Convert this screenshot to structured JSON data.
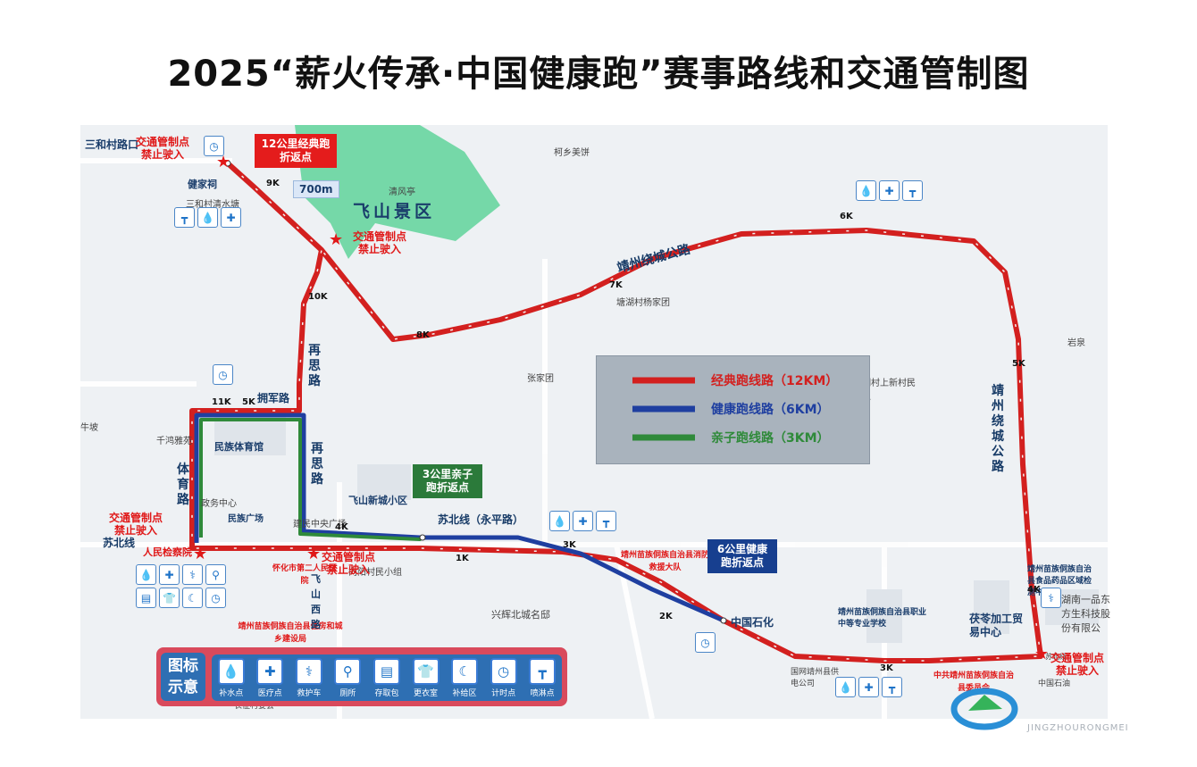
{
  "title": "2025“薪火传承·中国健康跑”赛事路线和交通管制图",
  "places": {
    "sanhe_road": "三和村路口",
    "jianjia": "健家祠",
    "sanhe_water": "三和村清水塘",
    "feishan": "飞山景区",
    "qingfeng": "清风亭",
    "dist_700": "700m",
    "xiangyin": "柯乡美饼",
    "yangjia": "塘湖村杨家团",
    "zhangjia": "张家团",
    "tanghu": "塘湖村上新村民小组",
    "yanquan": "岩泉",
    "niupo": "牛坡",
    "qianhe": "千鸿雅苑",
    "tiyuguan": "民族体育馆",
    "zhengwu": "政务中心",
    "minzu_sq": "民族广场",
    "jianmin": "建民中央广场",
    "newtown": "飞山新城小区",
    "xiangmin": "向阳村民小组",
    "jianchayuan": "人民检察院",
    "hospital": "怀化市第二人民医院",
    "housing": "靖州苗族侗族自治县住房和城乡建设局",
    "fire": "靖州苗族侗族自治县消防救援大队",
    "xinghui": "兴辉北城名邸",
    "sinopec": "中国石化",
    "school": "靖州苗族侗族自治县职业中等专业学校",
    "fuling": "茯苓加工贸易中心",
    "food_center": "靖州苗族侗族自治县食品药品区域检测中心",
    "hunan_co": "湖南一品东方生科技股份有限公",
    "power": "国网靖州县供电公司",
    "party": "中共靖州苗族侗族自治县委员会",
    "sinopec2": "中国石油",
    "changzheng": "长征村委会",
    "suibei_small": "苏北线"
  },
  "roads": {
    "ring_top": "靖州绕城公路",
    "ring_right": "靖州绕城公路",
    "zaisi_top": "再思路",
    "zaisi_mid": "再思路",
    "yongjun": "拥军路",
    "tiyu": "体育路",
    "suibei": "苏北线（永平路）",
    "feishan_west": "飞山西路",
    "suibei_left": "苏北线"
  },
  "control_points": [
    {
      "label": "交通管制点",
      "sub": "禁止驶入"
    },
    {
      "label": "交通管制点",
      "sub": "禁止驶入"
    },
    {
      "label": "交通管制点",
      "sub": "禁止驶入"
    },
    {
      "label": "交通管制点",
      "sub": "禁止驶入"
    },
    {
      "label": "交通管制点",
      "sub": "禁止驶入"
    }
  ],
  "callouts": {
    "classic_turn": "12公里经典跑折返点",
    "family_turn": "3公里亲子跑折返点",
    "health_turn": "6公里健康跑折返点"
  },
  "km_marks": [
    "1K",
    "2K",
    "3K",
    "3K",
    "4K",
    "4K",
    "5K",
    "5K",
    "6K",
    "7K",
    "8K",
    "9K",
    "10K",
    "11K"
  ],
  "legend": {
    "classic": "经典跑线路（12KM）",
    "health": "健康跑线路（6KM）",
    "family": "亲子跑线路（3KM）"
  },
  "icon_legend": {
    "title_1": "图标",
    "title_2": "示意",
    "items": [
      {
        "icon": "water-icon",
        "label": "补水点"
      },
      {
        "icon": "medical-icon",
        "label": "医疗点"
      },
      {
        "icon": "ambulance-icon",
        "label": "救护车"
      },
      {
        "icon": "toilet-icon",
        "label": "厕所"
      },
      {
        "icon": "storage-icon",
        "label": "存取包"
      },
      {
        "icon": "changing-icon",
        "label": "更衣室"
      },
      {
        "icon": "supply-icon",
        "label": "补给区"
      },
      {
        "icon": "timing-icon",
        "label": "计时点"
      },
      {
        "icon": "spray-icon",
        "label": "喷淋点"
      }
    ]
  },
  "small_labels": {
    "timing": "计时点",
    "water": "补水点",
    "medical": "医疗点",
    "spray": "喷淋点",
    "ambulance": "救护车"
  },
  "watermark": "JINGZHOURONGMEI",
  "colors": {
    "classic": "#d3201f",
    "health": "#1f3fa0",
    "family": "#2f8a3a",
    "control": "#e01818",
    "legend_bg": "#2e6fb3"
  }
}
